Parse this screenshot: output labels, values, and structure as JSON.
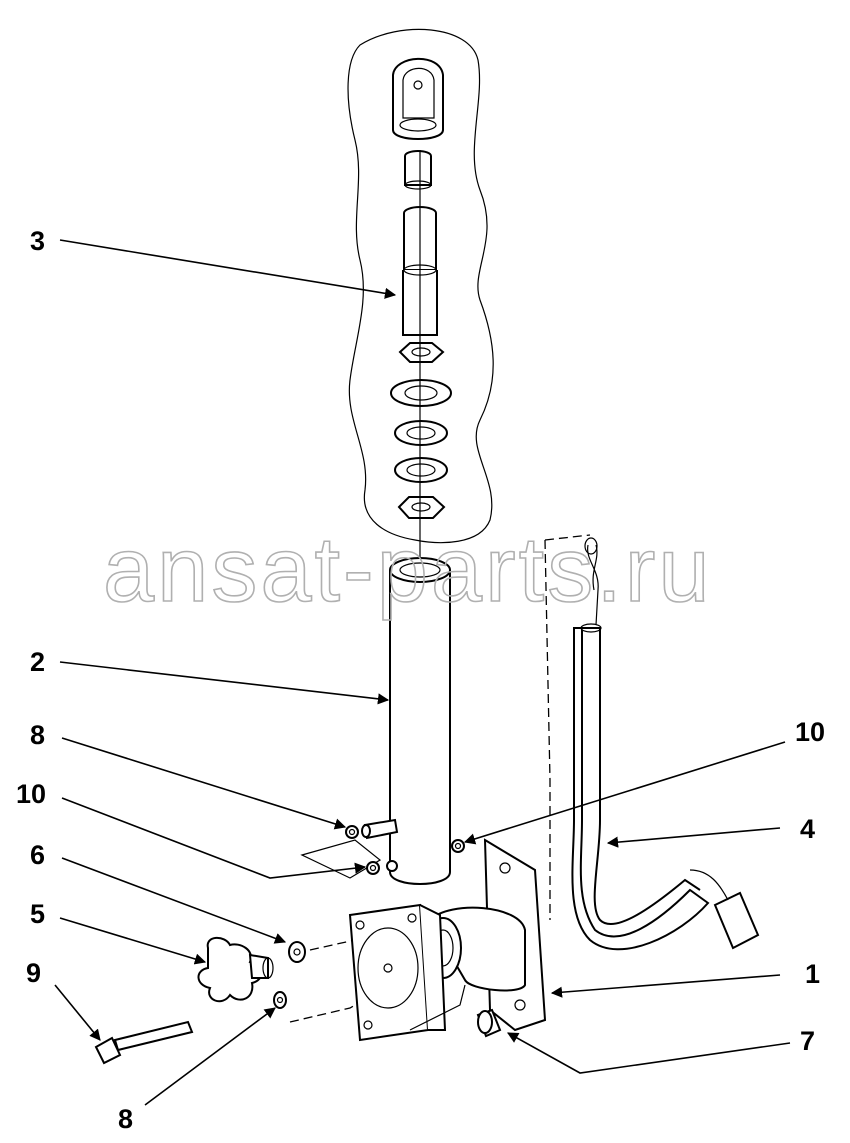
{
  "watermark": "ansat-parts.ru",
  "callouts": {
    "c3": "3",
    "c2": "2",
    "c8a": "8",
    "c10a": "10",
    "c6": "6",
    "c5": "5",
    "c9": "9",
    "c8b": "8",
    "c10b": "10",
    "c4": "4",
    "c1": "1",
    "c7": "7"
  }
}
